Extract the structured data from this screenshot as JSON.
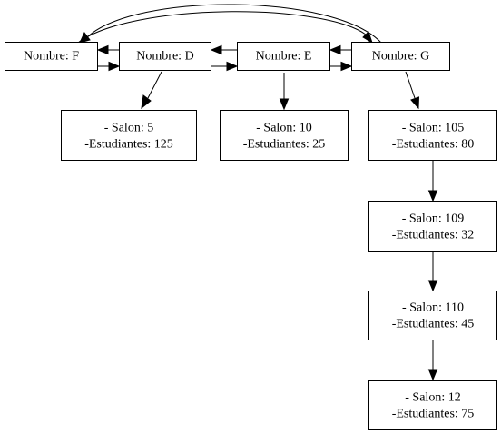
{
  "doubly_linked_list": [
    {
      "id": "F",
      "label": "Nombre: F"
    },
    {
      "id": "D",
      "label": "Nombre: D"
    },
    {
      "id": "E",
      "label": "Nombre: E"
    },
    {
      "id": "G",
      "label": "Nombre: G"
    }
  ],
  "salones": {
    "D": [
      {
        "salon_line": "- Salon: 5",
        "estudiantes_line": "-Estudiantes: 125"
      }
    ],
    "E": [
      {
        "salon_line": "- Salon: 10",
        "estudiantes_line": "-Estudiantes: 25"
      }
    ],
    "G": [
      {
        "salon_line": "- Salon: 105",
        "estudiantes_line": "-Estudiantes: 80"
      },
      {
        "salon_line": "- Salon: 109",
        "estudiantes_line": "-Estudiantes: 32"
      },
      {
        "salon_line": "- Salon: 110",
        "estudiantes_line": "-Estudiantes: 45"
      },
      {
        "salon_line": "- Salon: 12",
        "estudiantes_line": "-Estudiantes: 75"
      }
    ]
  },
  "edges": [
    {
      "from": "F",
      "to": "D"
    },
    {
      "from": "D",
      "to": "F"
    },
    {
      "from": "D",
      "to": "E"
    },
    {
      "from": "E",
      "to": "D"
    },
    {
      "from": "E",
      "to": "G"
    },
    {
      "from": "G",
      "to": "E"
    },
    {
      "from": "F",
      "to": "G"
    },
    {
      "from": "G",
      "to": "F"
    },
    {
      "from": "D",
      "to": "salon-D-0"
    },
    {
      "from": "E",
      "to": "salon-E-0"
    },
    {
      "from": "G",
      "to": "salon-G-0"
    },
    {
      "from": "salon-G-0",
      "to": "salon-G-1"
    },
    {
      "from": "salon-G-1",
      "to": "salon-G-2"
    },
    {
      "from": "salon-G-2",
      "to": "salon-G-3"
    }
  ]
}
